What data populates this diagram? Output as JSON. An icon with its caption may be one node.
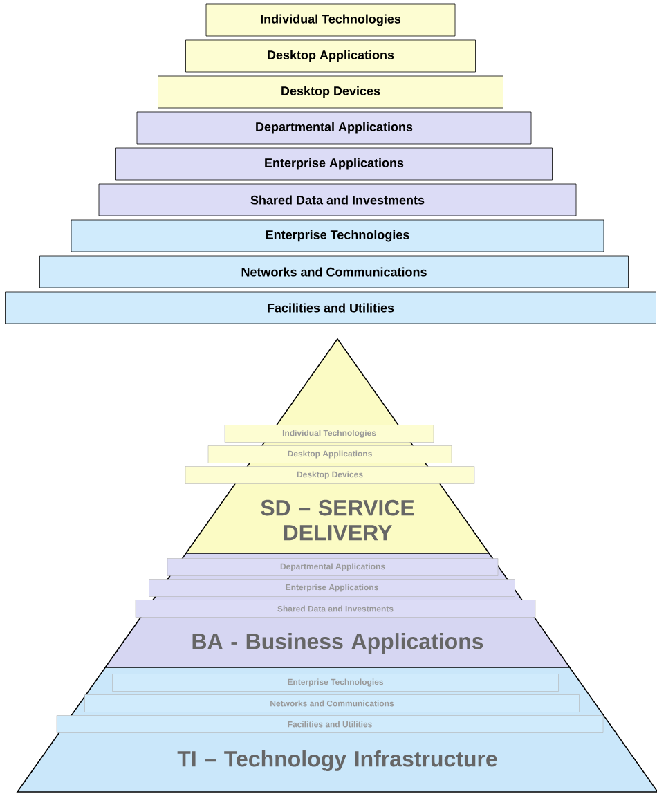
{
  "diagram": {
    "nodes": [
      {
        "text": [
          "Individual Technologies"
        ]
      },
      {
        "text": [
          "Desktop Applications"
        ]
      },
      {
        "text": [
          "Desktop Devices"
        ]
      },
      {
        "text": [
          "Departmental Applications"
        ]
      },
      {
        "text": [
          "Enterprise Applications"
        ]
      },
      {
        "text": [
          "Shared Data and Investments"
        ]
      },
      {
        "text": [
          "Enterprise Technologies"
        ]
      },
      {
        "text": [
          "Networks and Communications"
        ]
      },
      {
        "text": [
          "Facilities and Utilities"
        ]
      },
      {
        "text": [
          "SD – SERVICE DELIVERY"
        ]
      },
      {
        "text": [
          "BA - Business Applications"
        ]
      },
      {
        "text": [
          "TI – Technology Infrastructure"
        ]
      },
      {
        "text": [
          "Individual Technologies"
        ],
        "in": 9
      },
      {
        "text": [
          "Desktop Applications"
        ],
        "in": 9
      },
      {
        "text": [
          "Desktop Devices"
        ],
        "in": 9
      },
      {
        "text": [
          "Departmental Applications"
        ],
        "in": 10
      },
      {
        "text": [
          "Enterprise Applications"
        ],
        "in": 10
      },
      {
        "text": [
          "Shared Data and Investments"
        ],
        "in": 10
      },
      {
        "text": [
          "Enterprise Technologies"
        ],
        "in": 11
      },
      {
        "text": [
          "Networks and Communications"
        ],
        "in": 11
      },
      {
        "text": [
          "Facilities and Utilities"
        ],
        "in": 11
      }
    ]
  }
}
